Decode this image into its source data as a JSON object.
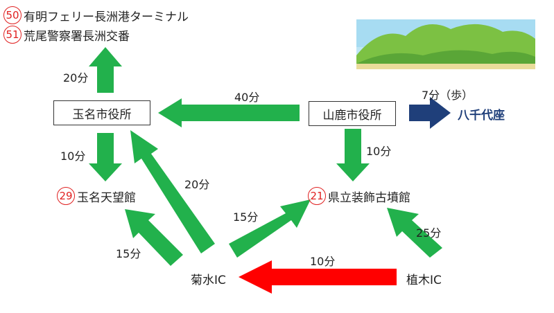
{
  "top_destinations": [
    {
      "num": "50",
      "label": "有明フェリー長洲港ターミナル"
    },
    {
      "num": "51",
      "label": "荒尾警察署長洲交番"
    }
  ],
  "nodes": {
    "tamana_city_hall": "玉名市役所",
    "yamaga_city_hall": "山鹿市役所",
    "yachiyoza": "八千代座",
    "tamana_tenbokan": {
      "num": "29",
      "label": "玉名天望館"
    },
    "kofun_kan": {
      "num": "21",
      "label": "県立装飾古墳館"
    },
    "kikusui_ic": "菊水IC",
    "ueki_ic": "植木IC"
  },
  "edges": {
    "tamana_to_top": "20分",
    "yamaga_to_tamana": "40分",
    "yamaga_to_yachiyoza": "7分（歩）",
    "tamana_to_tenbokan": "10分",
    "yamaga_to_kofun": "10分",
    "kikusui_to_tamana": "20分",
    "kikusui_to_kofun": "15分",
    "kikusui_to_tenbokan": "15分",
    "ueki_to_kofun": "25分",
    "ueki_to_kikusui": "10分"
  },
  "colors": {
    "green_arrow": "#22b14c",
    "red_arrow": "#ff0000",
    "blue_arrow": "#1f3f7a",
    "circle_red": "#e02020",
    "sky": "#9fd8f0",
    "mountain": "#7cc143",
    "mountain_dark": "#4f9a2e",
    "ground": "#e9dc9a"
  }
}
